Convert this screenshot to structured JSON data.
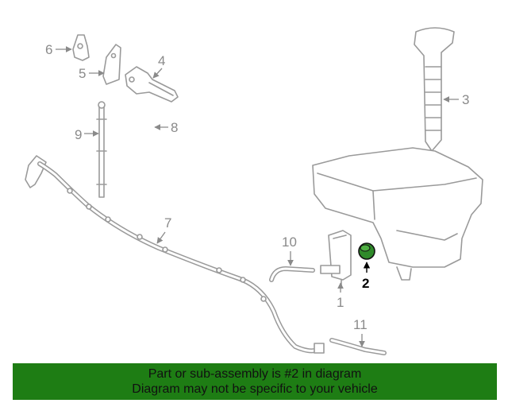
{
  "colors": {
    "banner_bg": "#1e7d14",
    "highlight": "#2f8a2a",
    "line": "#9a9a9a"
  },
  "callouts": {
    "c1": "1",
    "c2": "2",
    "c3": "3",
    "c4": "4",
    "c5": "5",
    "c6": "6",
    "c7": "7",
    "c8": "8",
    "c9": "9",
    "c10": "10",
    "c11": "11"
  },
  "banner": {
    "line1": "Part or sub-assembly is #2 in diagram",
    "line2": "Diagram may not be specific to your vehicle"
  }
}
